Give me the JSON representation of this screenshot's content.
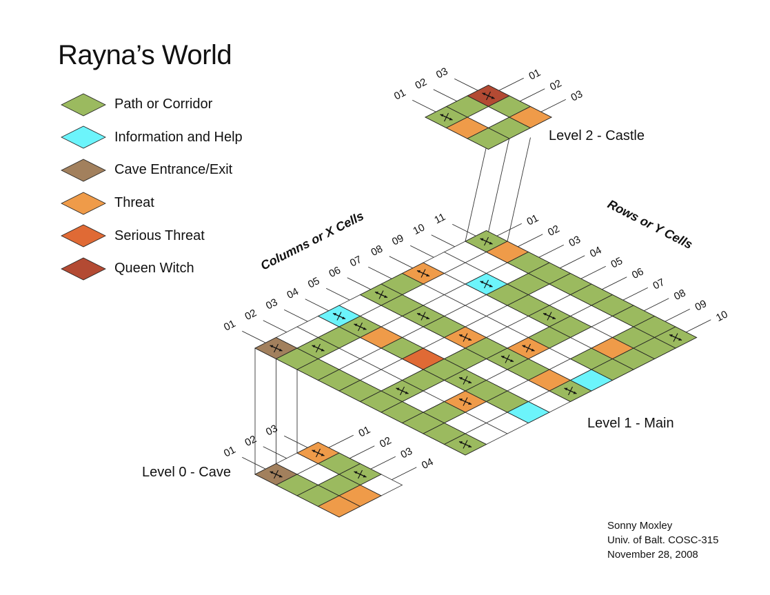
{
  "title": "Rayna’s World",
  "legend": [
    {
      "label": "Path or Corridor",
      "color": "#9bba5f"
    },
    {
      "label": "Information and Help",
      "color": "#6cf4fb"
    },
    {
      "label": "Cave Entrance/Exit",
      "color": "#a2805d"
    },
    {
      "label": "Threat",
      "color": "#ef9b49"
    },
    {
      "label": "Serious Threat",
      "color": "#e06a35"
    },
    {
      "label": "Queen Witch",
      "color": "#b34a33"
    }
  ],
  "axis_labels": {
    "columns": "Columns or X Cells",
    "rows": "Rows or Y Cells"
  },
  "levels": [
    {
      "name": "Level 2 - Castle",
      "column_labels": [
        "01",
        "02",
        "03"
      ],
      "row_labels": [
        "01",
        "02",
        "03"
      ],
      "cells": [
        {
          "col": 3,
          "row": 1,
          "type": "queen",
          "icon": "arrows-icon"
        },
        {
          "col": 2,
          "row": 1,
          "type": "path"
        },
        {
          "col": 1,
          "row": 1,
          "type": "path",
          "icon": "arrows-icon"
        },
        {
          "col": 1,
          "row": 2,
          "type": "threat"
        },
        {
          "col": 3,
          "row": 2,
          "type": "path"
        },
        {
          "col": 1,
          "row": 3,
          "type": "path"
        },
        {
          "col": 2,
          "row": 3,
          "type": "path"
        },
        {
          "col": 3,
          "row": 3,
          "type": "threat"
        }
      ]
    },
    {
      "name": "Level 1 - Main",
      "column_labels": [
        "01",
        "02",
        "03",
        "04",
        "05",
        "06",
        "07",
        "08",
        "09",
        "10",
        "11"
      ],
      "row_labels": [
        "01",
        "02",
        "03",
        "04",
        "05",
        "06",
        "07",
        "08",
        "09",
        "10"
      ],
      "cells": [
        {
          "col": 11,
          "row": 1,
          "type": "path",
          "icon": "arrows-icon"
        },
        {
          "col": 11,
          "row": 2,
          "type": "threat"
        },
        {
          "col": 11,
          "row": 3,
          "type": "path"
        },
        {
          "col": 11,
          "row": 4,
          "type": "path"
        },
        {
          "col": 11,
          "row": 5,
          "type": "path"
        },
        {
          "col": 11,
          "row": 6,
          "type": "path"
        },
        {
          "col": 11,
          "row": 7,
          "type": "path"
        },
        {
          "col": 11,
          "row": 8,
          "type": "path"
        },
        {
          "col": 11,
          "row": 9,
          "type": "path"
        },
        {
          "col": 11,
          "row": 10,
          "type": "path",
          "icon": "arrows-icon"
        },
        {
          "col": 8,
          "row": 1,
          "type": "threat",
          "icon": "arrows-icon"
        },
        {
          "col": 7,
          "row": 1,
          "type": "path"
        },
        {
          "col": 6,
          "row": 1,
          "type": "path",
          "icon": "arrows-icon"
        },
        {
          "col": 6,
          "row": 2,
          "type": "path"
        },
        {
          "col": 6,
          "row": 3,
          "type": "path",
          "icon": "arrows-icon"
        },
        {
          "col": 6,
          "row": 4,
          "type": "path"
        },
        {
          "col": 6,
          "row": 5,
          "type": "threat",
          "icon": "arrows-icon"
        },
        {
          "col": 6,
          "row": 6,
          "type": "path"
        },
        {
          "col": 6,
          "row": 7,
          "type": "path",
          "icon": "arrows-icon"
        },
        {
          "col": 6,
          "row": 8,
          "type": "path"
        },
        {
          "col": 6,
          "row": 9,
          "type": "threat"
        },
        {
          "col": 6,
          "row": 10,
          "type": "path",
          "icon": "arrows-icon"
        },
        {
          "col": 9,
          "row": 3,
          "type": "info",
          "icon": "arrows-icon"
        },
        {
          "col": 9,
          "row": 4,
          "type": "path"
        },
        {
          "col": 9,
          "row": 5,
          "type": "path"
        },
        {
          "col": 9,
          "row": 6,
          "type": "path",
          "icon": "arrows-icon"
        },
        {
          "col": 9,
          "row": 7,
          "type": "path"
        },
        {
          "col": 4,
          "row": 1,
          "type": "info",
          "icon": "arrows-icon"
        },
        {
          "col": 4,
          "row": 2,
          "type": "path",
          "icon": "arrows-icon"
        },
        {
          "col": 4,
          "row": 3,
          "type": "threat"
        },
        {
          "col": 4,
          "row": 4,
          "type": "path"
        },
        {
          "col": 4,
          "row": 5,
          "type": "serious"
        },
        {
          "col": 4,
          "row": 6,
          "type": "path"
        },
        {
          "col": 4,
          "row": 7,
          "type": "path",
          "icon": "arrows-icon"
        },
        {
          "col": 4,
          "row": 8,
          "type": "path"
        },
        {
          "col": 4,
          "row": 9,
          "type": "path"
        },
        {
          "col": 4,
          "row": 10,
          "type": "info"
        },
        {
          "col": 1,
          "row": 1,
          "type": "cave",
          "icon": "arrows-icon"
        },
        {
          "col": 1,
          "row": 2,
          "type": "path"
        },
        {
          "col": 1,
          "row": 3,
          "type": "path"
        },
        {
          "col": 1,
          "row": 4,
          "type": "path"
        },
        {
          "col": 1,
          "row": 5,
          "type": "path"
        },
        {
          "col": 1,
          "row": 6,
          "type": "path"
        },
        {
          "col": 1,
          "row": 7,
          "type": "path"
        },
        {
          "col": 1,
          "row": 8,
          "type": "path"
        },
        {
          "col": 1,
          "row": 9,
          "type": "path"
        },
        {
          "col": 1,
          "row": 10,
          "type": "path",
          "icon": "arrows-icon"
        },
        {
          "col": 2,
          "row": 2,
          "type": "path",
          "icon": "arrows-icon"
        },
        {
          "col": 3,
          "row": 2,
          "type": "path"
        },
        {
          "col": 2,
          "row": 6,
          "type": "path",
          "icon": "arrows-icon"
        },
        {
          "col": 3,
          "row": 6,
          "type": "path"
        },
        {
          "col": 5,
          "row": 6,
          "type": "path"
        },
        {
          "col": 7,
          "row": 7,
          "type": "threat",
          "icon": "arrows-icon"
        },
        {
          "col": 8,
          "row": 7,
          "type": "path"
        },
        {
          "col": 10,
          "row": 4,
          "type": "path"
        },
        {
          "col": 3,
          "row": 8,
          "type": "threat",
          "icon": "arrows-icon"
        },
        {
          "col": 2,
          "row": 8,
          "type": "path"
        },
        {
          "col": 8,
          "row": 9,
          "type": "path"
        },
        {
          "col": 9,
          "row": 9,
          "type": "threat"
        },
        {
          "col": 10,
          "row": 9,
          "type": "path"
        },
        {
          "col": 7,
          "row": 10,
          "type": "info"
        },
        {
          "col": 8,
          "row": 10,
          "type": "path"
        },
        {
          "col": 9,
          "row": 10,
          "type": "path"
        },
        {
          "col": 10,
          "row": 10,
          "type": "path"
        }
      ]
    },
    {
      "name": "Level 0 - Cave",
      "column_labels": [
        "01",
        "02",
        "03"
      ],
      "row_labels": [
        "01",
        "02",
        "03",
        "04"
      ],
      "cells": [
        {
          "col": 1,
          "row": 1,
          "type": "cave",
          "icon": "arrows-icon"
        },
        {
          "col": 1,
          "row": 2,
          "type": "path"
        },
        {
          "col": 1,
          "row": 3,
          "type": "path"
        },
        {
          "col": 1,
          "row": 4,
          "type": "threat"
        },
        {
          "col": 3,
          "row": 1,
          "type": "threat",
          "icon": "arrows-icon"
        },
        {
          "col": 3,
          "row": 2,
          "type": "path"
        },
        {
          "col": 3,
          "row": 3,
          "type": "path",
          "icon": "arrows-icon"
        },
        {
          "col": 2,
          "row": 3,
          "type": "path"
        },
        {
          "col": 2,
          "row": 4,
          "type": "threat"
        }
      ]
    }
  ],
  "credit": [
    "Sonny Moxley",
    "Univ. of Balt.  COSC-315",
    "November 28, 2008"
  ]
}
